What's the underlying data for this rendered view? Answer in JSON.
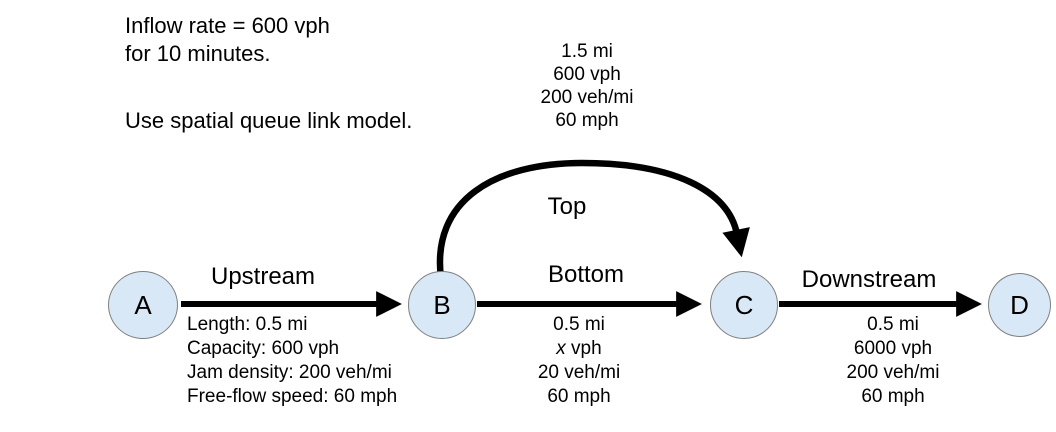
{
  "notes": {
    "inflow_line1": "Inflow rate = 600 vph",
    "inflow_line2": "for 10 minutes.",
    "model": "Use spatial queue link model."
  },
  "nodes": [
    {
      "id": "A",
      "label": "A"
    },
    {
      "id": "B",
      "label": "B"
    },
    {
      "id": "C",
      "label": "C"
    },
    {
      "id": "D",
      "label": "D"
    }
  ],
  "links": {
    "upstream": {
      "name": "Upstream",
      "params": [
        "Length: 0.5 mi",
        "Capacity: 600 vph",
        "Jam density: 200 veh/mi",
        "Free-flow speed: 60 mph"
      ]
    },
    "top": {
      "name": "Top",
      "params": [
        "1.5 mi",
        "600 vph",
        "200 veh/mi",
        "60 mph"
      ]
    },
    "bottom": {
      "name": "Bottom",
      "params": [
        "0.5 mi",
        "20 veh/mi",
        "60 mph"
      ],
      "flow_var": "x",
      "flow_unit": " vph"
    },
    "downstream": {
      "name": "Downstream",
      "params": [
        "0.5 mi",
        "6000 vph",
        "200 veh/mi",
        "60 mph"
      ]
    }
  },
  "colors": {
    "background": "#ffffff",
    "node_fill": "#d9e8f6",
    "node_border": "#7f7f7f",
    "arrow": "#000000",
    "text": "#000000"
  }
}
